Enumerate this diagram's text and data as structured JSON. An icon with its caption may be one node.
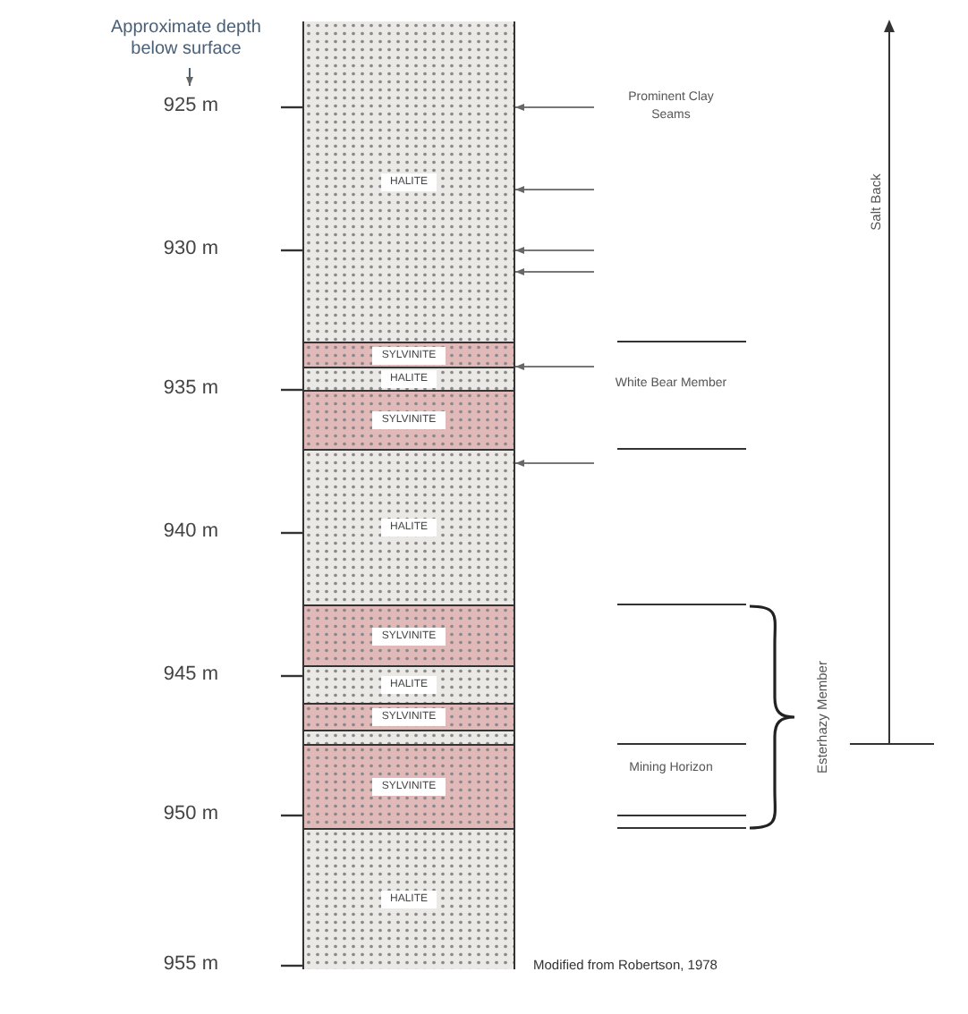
{
  "diagram": {
    "caption": "Modified from Robertson, 1978",
    "nodes": [
      {
        "text": [
          "HALITE"
        ]
      },
      {
        "text": [
          "SYLVINITE"
        ]
      },
      {
        "text": [
          "HALITE"
        ]
      },
      {
        "text": [
          "SYLVINITE"
        ]
      },
      {
        "text": [
          "HALITE"
        ]
      },
      {
        "text": [
          "SYLVINITE"
        ]
      },
      {
        "text": [
          "HALITE"
        ]
      },
      {
        "text": [
          "SYLVINITE"
        ]
      },
      {
        "text": [],
        "shape": "box"
      },
      {
        "text": [
          "SYLVINITE"
        ]
      },
      {
        "text": [
          "HALITE"
        ]
      }
    ],
    "edges": [
      {
        "from": null,
        "to": 0,
        "arrow": "to"
      },
      {
        "from": null,
        "to": 0,
        "arrow": "to"
      },
      {
        "from": null,
        "to": 0,
        "arrow": "to"
      },
      {
        "from": null,
        "to": 0,
        "arrow": "to"
      },
      {
        "from": null,
        "to": 2,
        "arrow": "to"
      },
      {
        "from": null,
        "to": 4,
        "arrow": "to"
      }
    ],
    "labels": [
      "Approximate depth below surface",
      "925 m",
      "930 m",
      "935 m",
      "940 m",
      "945 m",
      "950 m",
      "955 m",
      "Prominent Clay Seams",
      "Salt Back",
      "White Bear Member",
      "Esterhazy Member",
      "Mining Horizon"
    ]
  }
}
